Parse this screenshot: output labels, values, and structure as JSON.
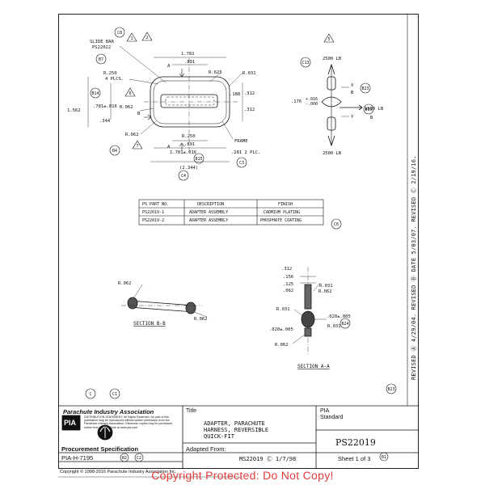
{
  "drawing": {
    "slide_bar_label": "SLIDE BAR",
    "slide_bar_part": "PS22022",
    "dim_top_outer": "1.781",
    "dim_top_inner": ".891",
    "dim_r250_top": "R.250",
    "dim_r250_top_note": "4 PLCS.",
    "dim_r625": "R.625",
    "dim_r031_top": "R.031",
    "dim_188": ".188",
    "dim_312_a": ".312",
    "dim_312_b": ".312",
    "dim_1562": "1.562",
    "dim_781": ".781±.016",
    "dim_r062_left": "R.062",
    "dim_344": ".344",
    "dim_r062_low": "R.062",
    "dim_r250_low": "R.250",
    "dim_891_low": ".891",
    "dim_1781_low": "1.781±.016",
    "dim_281": ".281 2 PLC.",
    "dim_2344": "(2.344)",
    "frame_label": "FRAME",
    "sec_letter_a": "A",
    "sec_letter_b": "B",
    "load_top": "2500 LB",
    "load_bottom": "2500 LB",
    "load_side": "1000 LB",
    "dim_176": ".176",
    "dim_176_tol_plus": "+.016",
    "dim_176_tol_minus": "-.000",
    "axis_x": "X",
    "axis_y": "Y",
    "sec_a_312": ".312",
    "sec_a_156": ".156",
    "sec_a_125": ".125",
    "sec_a_062": ".062",
    "sec_a_r031_a": "R.031",
    "sec_a_r062": "R.062",
    "sec_a_r031_b": "R.031",
    "sec_a_020_a": ".020±.005",
    "sec_a_020_b": ".020±.005",
    "sec_a_r031_c": "R.031",
    "sec_a_r062_b": "R.062",
    "sec_b_r062_a": "R.062",
    "sec_b_r062_b": "R.062",
    "section_bb": "SECTION B-B",
    "section_aa": "SECTION A-A"
  },
  "callouts": {
    "c8": "C8",
    "b7": "B7",
    "b14": "B14",
    "b4": "B4",
    "c4": "C4",
    "b15": "B15",
    "c3": "C3",
    "c13": "C13",
    "b23": "B23",
    "b19": "B19",
    "c6": "C6",
    "b24": "B24",
    "b23b": "B23",
    "c": "C",
    "c1": "C1",
    "b2": "B2",
    "c2": "C2",
    "b1": "B1",
    "f1": "1",
    "f2": "2",
    "f5": "5",
    "f6": "6",
    "f7": "7"
  },
  "parts_table": {
    "headers": [
      "PS PART NO.",
      "DESCRIPTION",
      "FINISH"
    ],
    "rows": [
      [
        "PS22019-1",
        "ADAPTER ASSEMBLY",
        "CADMIUM PLATING"
      ],
      [
        "PS22019-2",
        "ADAPTER ASSEMBLY",
        "PHOSPHATE COATING"
      ]
    ]
  },
  "revision_note": "REVISED Ⓐ 4/29/04. REVISED Ⓑ DATE 5/03/07. REVISED Ⓒ 2/19/16.",
  "title_block": {
    "org": "Parachute Industry Association",
    "logo": "PIA",
    "dist_statement": "DISTRIBUTION STATEMENT: All Rights Reserved. No part of this publication may be reproduced without written permission from the Parachute Industry Association. Electronic copies may be purchased online from the PIA Store at www.pia.com",
    "title_label": "Title",
    "title_line1": "ADAPTER, PARACHUTE",
    "title_line2": "HARNESS, REVERSIBLE",
    "title_line3": "QUICK-FIT",
    "std_line1": "PIA",
    "std_line2": "Standard",
    "proc_spec_label": "Procurement Specification",
    "proc_spec_value": "PIA-H-7195",
    "proc_b2": "B2",
    "proc_c2": "C2",
    "adapted_label": "Adapted From:",
    "adapted_value": "MS22019 Ⓒ 1/7/98",
    "doc_number": "PS22019",
    "sheet": "Sheet 1 of 3",
    "b1": "B1"
  },
  "copyright": "Copyright © 1998-2016 Parachute Industry Association Inc.",
  "watermark": "Copyright Protected: Do Not Copy!"
}
